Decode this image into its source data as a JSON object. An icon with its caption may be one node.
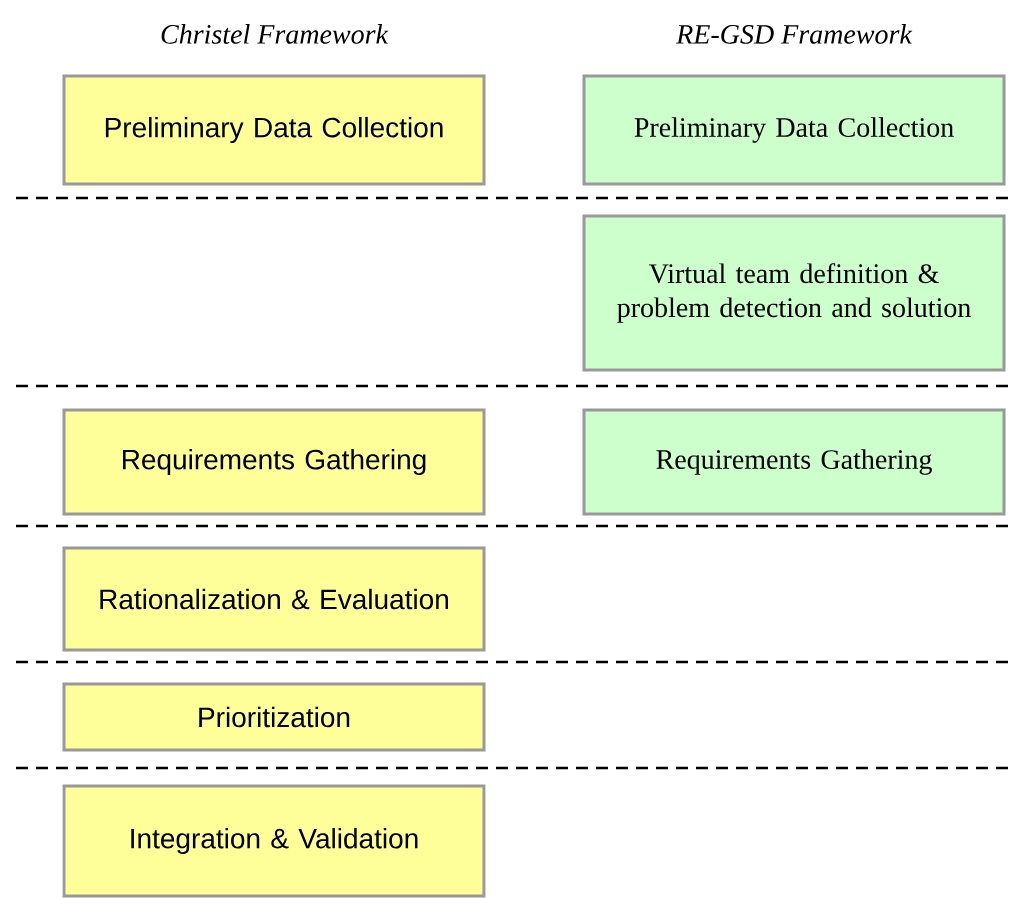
{
  "diagram": {
    "nodes": [
      {
        "text": [
          "Preliminary Data Collection"
        ]
      },
      {
        "text": [
          "Preliminary Data Collection"
        ]
      },
      {
        "text": [
          "Virtual team definition & problem detection and solution"
        ]
      },
      {
        "text": [
          "Requirements Gathering"
        ]
      },
      {
        "text": [
          "Requirements Gathering"
        ]
      },
      {
        "text": [
          "Rationalization & Evaluation"
        ]
      },
      {
        "text": [
          "Prioritization"
        ]
      },
      {
        "text": [
          "Integration & Validation"
        ]
      }
    ],
    "edges": [],
    "labels": [
      "Christel Framework",
      "RE-GSD Framework"
    ]
  }
}
